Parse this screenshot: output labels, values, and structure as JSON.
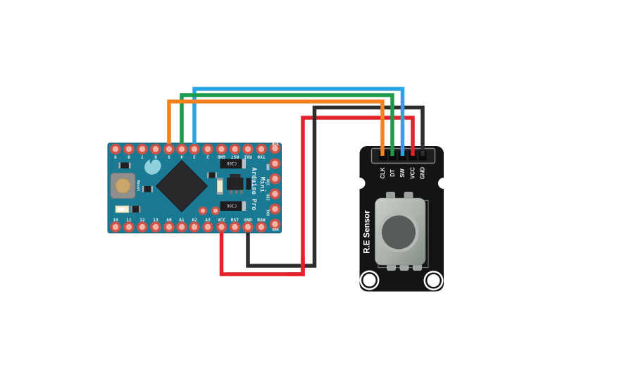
{
  "arduino": {
    "silk_line1": "Arduino Pro",
    "silk_line2": "Mini",
    "reset_label": "Reset",
    "corner_label_top": "BLK",
    "corner_label_bottom": "GRN",
    "capacitor_label": "C106",
    "top_pin_labels": [
      "9",
      "8",
      "7",
      "6",
      "5",
      "4",
      "3",
      "2",
      "GND",
      "RST",
      "RXI",
      "TX0"
    ],
    "bottom_pin_labels": [
      "10",
      "11",
      "12",
      "13",
      "A0",
      "A1",
      "A2",
      "A3",
      "VCC",
      "RST",
      "GND",
      "RAW"
    ],
    "side_pin_labels": [
      "GND",
      "VCC",
      "RXI",
      "TX0"
    ],
    "board_color": "#1a7a93",
    "pin_ring_color": "#cd5348",
    "pin_hole_color": "#f2b2a6"
  },
  "sensor": {
    "title": "R.E Sensor",
    "pin_labels": [
      "CLK",
      "DT",
      "SW",
      "VCC",
      "GND"
    ],
    "board_color": "#141414"
  },
  "wires": {
    "clk": {
      "color": "#f5831f",
      "arduino_pin": "5",
      "sensor_pin": "CLK"
    },
    "dt": {
      "color": "#1b9b4b",
      "arduino_pin": "4",
      "sensor_pin": "DT"
    },
    "sw": {
      "color": "#29a5e3",
      "arduino_pin": "3",
      "sensor_pin": "SW"
    },
    "vcc": {
      "color": "#e4222b",
      "arduino_pin": "VCC",
      "sensor_pin": "VCC"
    },
    "gnd": {
      "color": "#2d2d2d",
      "arduino_pin": "GND",
      "sensor_pin": "GND"
    }
  }
}
